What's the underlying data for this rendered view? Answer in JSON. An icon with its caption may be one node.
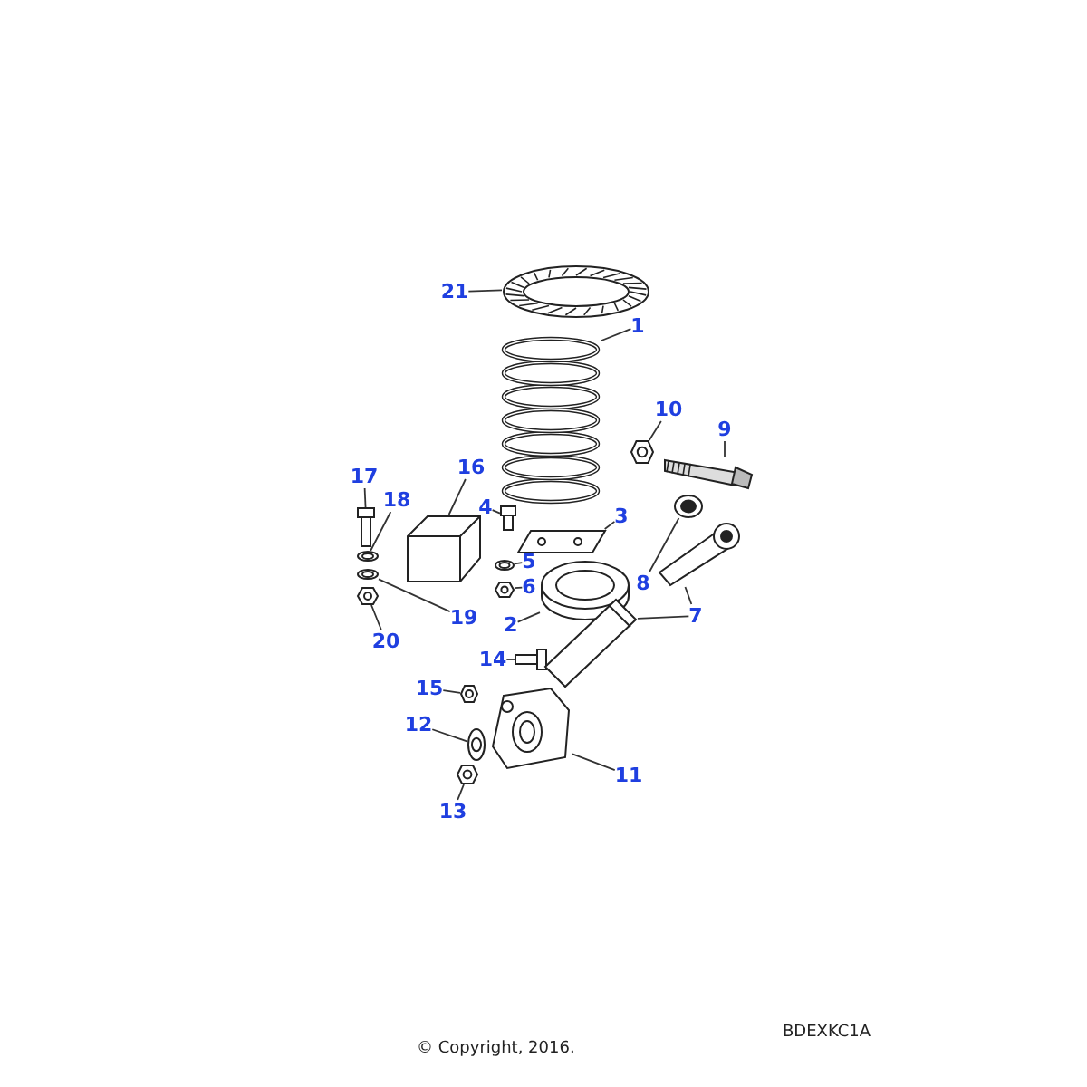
{
  "diagram": {
    "nodes": [
      {
        "text": [
          "1"
        ]
      },
      {
        "text": [
          "2"
        ]
      },
      {
        "text": [
          "3"
        ]
      },
      {
        "text": [
          "4"
        ]
      },
      {
        "text": [
          "5"
        ]
      },
      {
        "text": [
          "6"
        ]
      },
      {
        "text": [
          "7"
        ]
      },
      {
        "text": [
          "8"
        ]
      },
      {
        "text": [
          "9"
        ]
      },
      {
        "text": [
          "10"
        ]
      },
      {
        "text": [
          "11"
        ]
      },
      {
        "text": [
          "12"
        ]
      },
      {
        "text": [
          "13"
        ]
      },
      {
        "text": [
          "14"
        ]
      },
      {
        "text": [
          "15"
        ]
      },
      {
        "text": [
          "16"
        ]
      },
      {
        "text": [
          "17"
        ]
      },
      {
        "text": [
          "18"
        ]
      },
      {
        "text": [
          "19"
        ]
      },
      {
        "text": [
          "20"
        ]
      },
      {
        "text": [
          "21"
        ]
      },
      {
        "text": [],
        "shape": "picture"
      },
      {
        "text": [],
        "shape": "picture"
      },
      {
        "text": [],
        "shape": "picture"
      },
      {
        "text": [],
        "shape": "picture"
      },
      {
        "text": [],
        "shape": "picture"
      },
      {
        "text": [],
        "shape": "picture"
      },
      {
        "text": [],
        "shape": "picture"
      },
      {
        "text": [],
        "shape": "picture"
      },
      {
        "text": [],
        "shape": "picture"
      },
      {
        "text": [],
        "shape": "picture"
      },
      {
        "text": [],
        "shape": "picture"
      },
      {
        "text": [],
        "shape": "picture"
      },
      {
        "text": [],
        "shape": "picture"
      },
      {
        "text": [],
        "shape": "picture"
      },
      {
        "text": [],
        "shape": "picture"
      },
      {
        "text": [],
        "shape": "picture"
      },
      {
        "text": [],
        "shape": "picture"
      },
      {
        "text": [],
        "shape": "picture"
      },
      {
        "text": [],
        "shape": "picture"
      },
      {
        "text": [],
        "shape": "picture"
      },
      {
        "text": [],
        "shape": "picture"
      },
      {
        "text": [],
        "shape": "picture"
      }
    ],
    "edges": [
      {
        "from": 0,
        "to": 21,
        "arrow": "none"
      },
      {
        "from": 1,
        "to": 22,
        "arrow": "none"
      },
      {
        "from": 2,
        "to": 23,
        "arrow": "none"
      },
      {
        "from": 3,
        "to": 24,
        "arrow": "none"
      },
      {
        "from": 4,
        "to": 25,
        "arrow": "none"
      },
      {
        "from": 5,
        "to": 26,
        "arrow": "none"
      },
      {
        "from": 6,
        "to": 27,
        "arrow": "none"
      },
      {
        "from": 6,
        "to": 42,
        "arrow": "none"
      },
      {
        "from": 7,
        "to": 28,
        "arrow": "none"
      },
      {
        "from": 8,
        "to": 29,
        "arrow": "none"
      },
      {
        "from": 9,
        "to": 30,
        "arrow": "none"
      },
      {
        "from": 10,
        "to": 31,
        "arrow": "none"
      },
      {
        "from": 11,
        "to": 32,
        "arrow": "none"
      },
      {
        "from": 12,
        "to": 33,
        "arrow": "none"
      },
      {
        "from": 13,
        "to": 34,
        "arrow": "none"
      },
      {
        "from": 14,
        "to": 35,
        "arrow": "none"
      },
      {
        "from": 15,
        "to": 36,
        "arrow": "none"
      },
      {
        "from": 16,
        "to": 37,
        "arrow": "none"
      },
      {
        "from": 17,
        "to": 38,
        "arrow": "none"
      },
      {
        "from": 18,
        "to": 39,
        "arrow": "none"
      },
      {
        "from": 19,
        "to": 40,
        "arrow": "none"
      },
      {
        "from": 20,
        "to": 41,
        "arrow": "none"
      }
    ],
    "labels": [
      "BDEXKC1A",
      "© Copyright, 2016."
    ]
  }
}
